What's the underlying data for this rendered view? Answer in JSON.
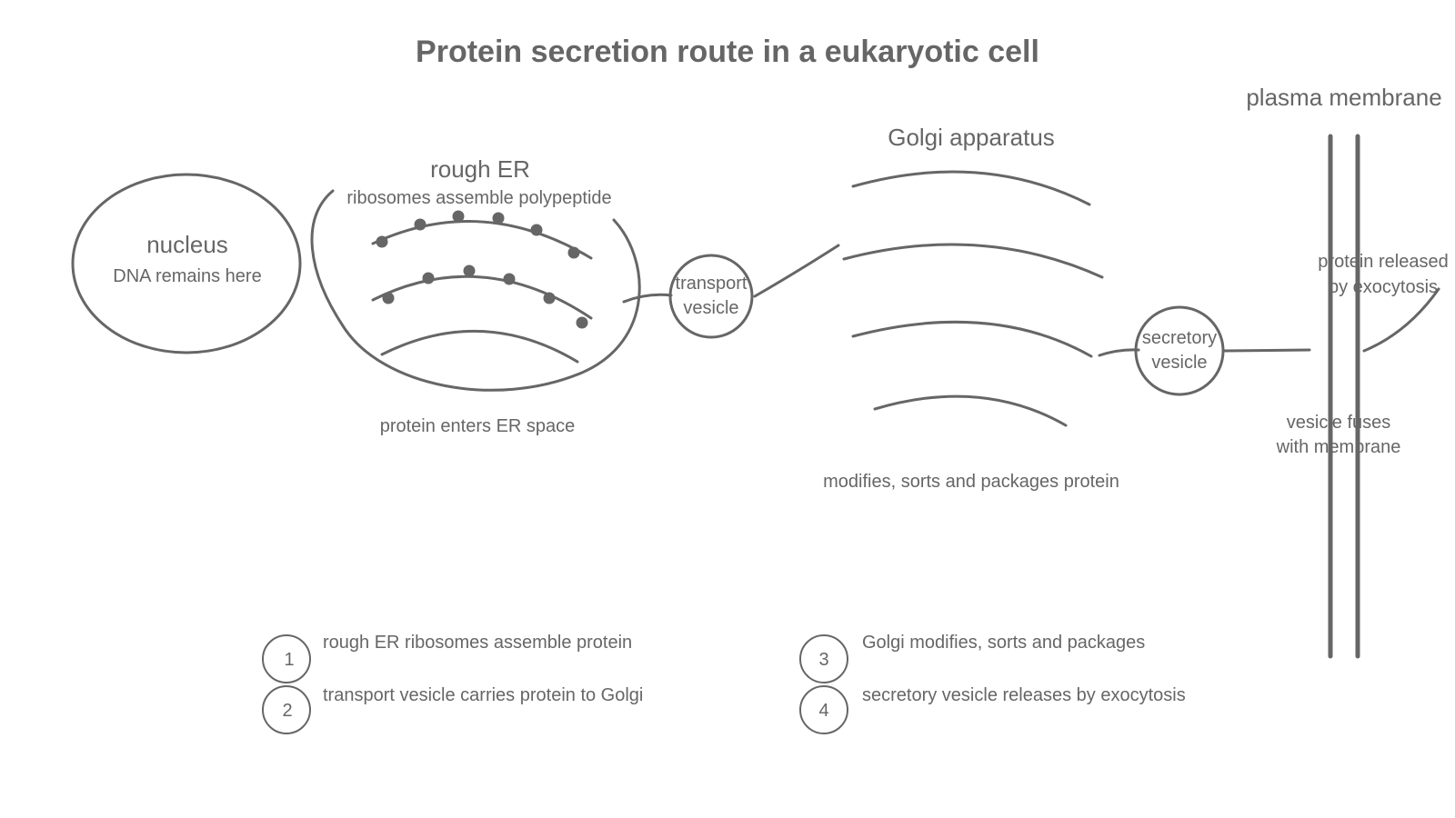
{
  "title": "Protein secretion route in a eukaryotic cell",
  "nucleus": {
    "label": "nucleus",
    "note": "DNA remains here"
  },
  "rough_er": {
    "label": "rough ER",
    "note": "ribosomes assemble polypeptide",
    "caption": "protein enters ER space"
  },
  "transport_vesicle": {
    "line1": "transport",
    "line2": "vesicle"
  },
  "golgi": {
    "label": "Golgi apparatus",
    "caption": "modifies, sorts and packages protein"
  },
  "secretory_vesicle": {
    "line1": "secretory",
    "line2": "vesicle"
  },
  "plasma_membrane": {
    "label": "plasma membrane",
    "release_line1": "protein released",
    "release_line2": "by exocytosis",
    "fuse_line1": "vesicle fuses",
    "fuse_line2": "with membrane"
  },
  "steps": [
    {
      "num": "1",
      "text": "rough ER ribosomes assemble protein"
    },
    {
      "num": "2",
      "text": "transport vesicle carries protein to Golgi"
    },
    {
      "num": "3",
      "text": "Golgi modifies, sorts and packages"
    },
    {
      "num": "4",
      "text": "secretory vesicle releases by exocytosis"
    }
  ],
  "colors": {
    "ink": "#666666",
    "background": "#ffffff"
  }
}
